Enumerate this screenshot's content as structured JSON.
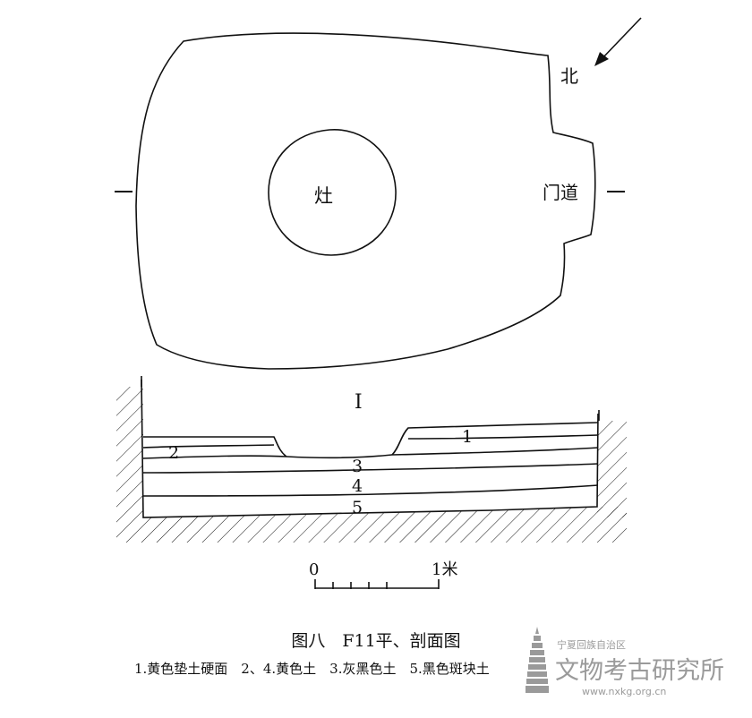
{
  "plan": {
    "north_label": "北",
    "hearth_label": "灶",
    "door_label": "门道",
    "section_marker": "I"
  },
  "section": {
    "layer_labels": [
      "1",
      "2",
      "3",
      "4",
      "5"
    ]
  },
  "scale_bar": {
    "zero_label": "0",
    "end_label": "1米"
  },
  "caption": {
    "title": "图八　F11平、剖面图",
    "legend": "1.黄色垫土硬面　2、4.黄色土　3.灰黑色土　5.黑色斑块土"
  },
  "watermark": {
    "org_small": "宁夏回族自治区",
    "org_large": "文物考古研究所",
    "url": "www.nxkg.org.cn"
  },
  "colors": {
    "ink": "#111111",
    "watermark": "#9a9a9a"
  }
}
